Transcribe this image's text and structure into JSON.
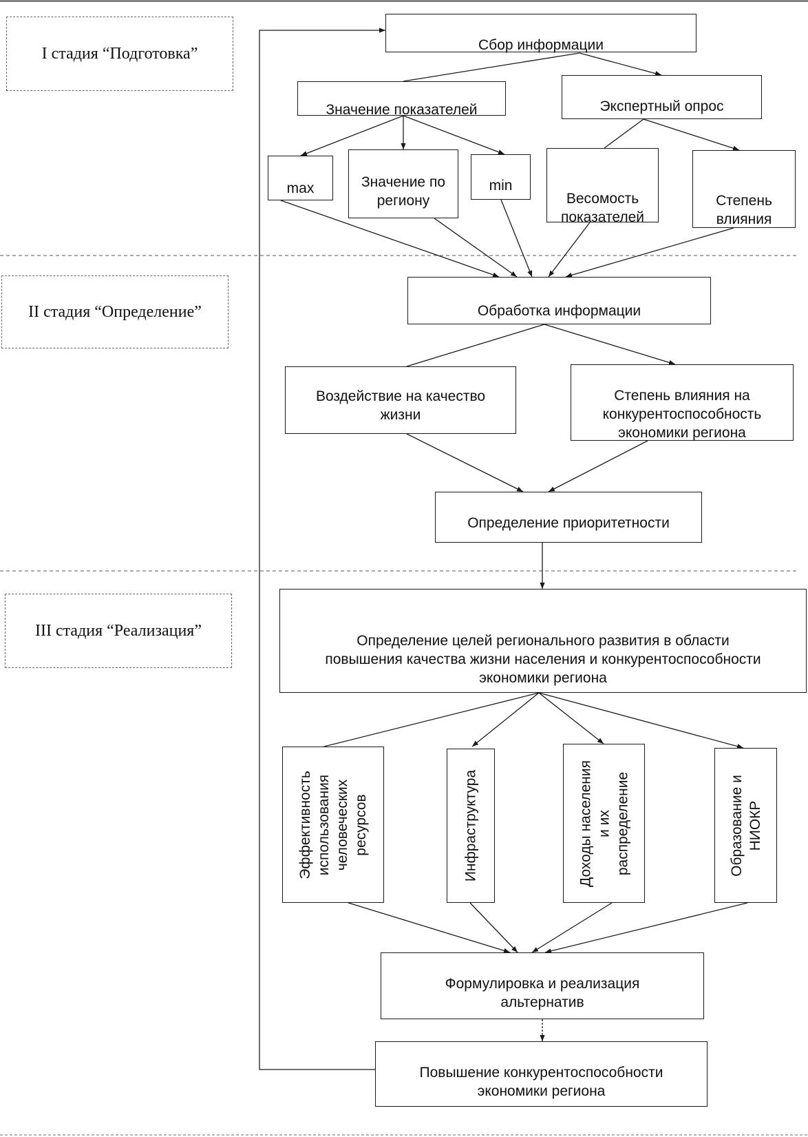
{
  "stages": {
    "stage1": "I стадия “Подготовка”",
    "stage2": "II стадия “Определение”",
    "stage3": "III стадия “Реализация”"
  },
  "nodes": {
    "collect": "Сбор информации",
    "indicators": "Значение показателей",
    "expert": "Экспертный опрос",
    "max": "max",
    "region_value": "Значение по\nрегиону",
    "min": "min",
    "weight": "Весомость\nпоказателей",
    "influence": "Степень\nвлияния",
    "processing": "Обработка информации",
    "life_quality": "Воздействие на качество\nжизни",
    "competitiveness_influence": "Степень влияния на\nконкурентоспособность\nэкономики региона",
    "priority": "Определение приоритетности",
    "goals": "Определение целей регионального развития в области\nповышения качества жизни населения и конкурентоспособности\nэкономики региона",
    "human_resources": "Эффективность\nиспользования\nчеловеческих\nресурсов",
    "infrastructure": "Инфраструктура",
    "income": "Доходы населения\nи их\nраспределение",
    "education": "Образование и\nНИОКР",
    "alternatives": "Формулировка и реализация\nальтернатив",
    "result": "Повышение конкурентоспособности\nэкономики региона"
  }
}
